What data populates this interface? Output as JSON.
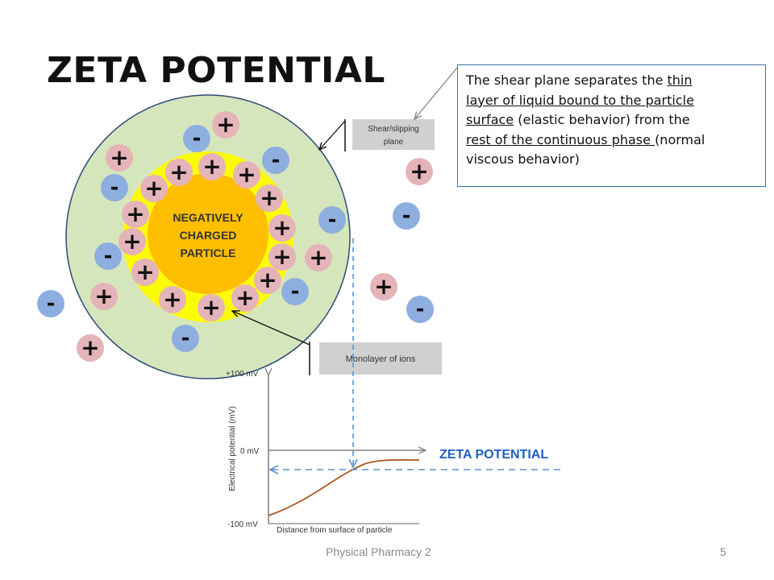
{
  "slide": {
    "title": "ZETA POTENTIAL",
    "footer_text": "Physical Pharmacy 2",
    "page_number": "5"
  },
  "callout": {
    "lines": [
      [
        {
          "t": "The shear plane separates the ",
          "u": false
        },
        {
          "t": "thin",
          "u": true
        }
      ],
      [
        {
          "t": "layer of liquid bound to the particle",
          "u": true
        }
      ],
      [
        {
          "t": "surface",
          "u": true
        },
        {
          "t": " (elastic behavior) from the",
          "u": false
        }
      ],
      [
        {
          "t": "rest of the continuous phase ",
          "u": true
        },
        {
          "t": "(normal",
          "u": false
        }
      ],
      [
        {
          "t": "viscous behavior)",
          "u": false
        }
      ]
    ]
  },
  "particle": {
    "label_lines": [
      "NEGATIVELY",
      "CHARGED",
      "PARTICLE"
    ]
  },
  "labels": {
    "shear_plane": [
      "Shear/slipping",
      "plane"
    ],
    "monolayer": "Monolayer of ions"
  },
  "graph": {
    "y_ticks": [
      "+100 mV",
      "0 mV",
      "-100 mV"
    ],
    "y_axis_label": "Electrical potential (mV)",
    "x_axis_label": "Distance from surface of particle",
    "zeta_label": "ZETA POTENTIAL"
  },
  "colors": {
    "outer_layer": "#d6e6bc",
    "ion_layer": "#fbfa08",
    "particle": "#ffbe00",
    "positive_ion": "#e4b4b8",
    "negative_ion": "#8eaee0",
    "zeta_label": "#1f5fbf",
    "curve": "#a9561e",
    "dashed": "#5a8fcf"
  },
  "ions": {
    "positive_symbol": "+",
    "negative_symbol": "-"
  }
}
